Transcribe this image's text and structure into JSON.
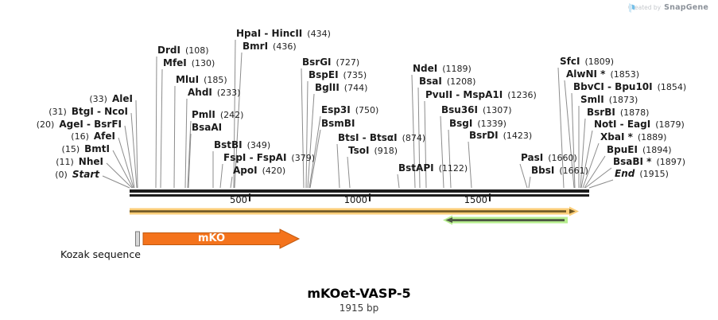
{
  "watermark": {
    "created_by": "Created by",
    "brand": "SnapGene"
  },
  "map": {
    "title": "mKOet-VASP-5",
    "length_label": "1915 bp",
    "ruler_ticks": [
      "500",
      "1000",
      "1500"
    ],
    "features": {
      "mko": {
        "label": "mKO",
        "fill": "#f4731c",
        "stroke": "#c05a10"
      },
      "kozak": {
        "label": "Kozak sequence",
        "fill": "#d8d8d8",
        "stroke": "#7a7a7a"
      },
      "orange_span": {
        "direction": "right",
        "outer": "#fbce79",
        "core": "#6e5724"
      },
      "green_span": {
        "direction": "left",
        "outer": "#b7ee8f",
        "core": "#4d5743"
      }
    },
    "sites": [
      {
        "name": "AleI",
        "pos": "(33)"
      },
      {
        "name": "BtgI - NcoI",
        "pos": "(31)"
      },
      {
        "name": "AgeI - BsrFI",
        "pos": "(20)"
      },
      {
        "name": "AfeI",
        "pos": "(16)"
      },
      {
        "name": "BmtI",
        "pos": "(15)"
      },
      {
        "name": "NheI",
        "pos": "(11)"
      },
      {
        "name": "Start",
        "pos": "(0)"
      },
      {
        "name": "DrdI",
        "pos": "(108)"
      },
      {
        "name": "MfeI",
        "pos": "(130)"
      },
      {
        "name": "MluI",
        "pos": "(185)"
      },
      {
        "name": "AhdI",
        "pos": "(233)"
      },
      {
        "name": "HpaI - HincII",
        "pos": "(434)"
      },
      {
        "name": "BmrI",
        "pos": "(436)"
      },
      {
        "name": "PmlI",
        "pos": "(242)"
      },
      {
        "name": "BsaAI",
        "pos": ""
      },
      {
        "name": "BstBI",
        "pos": "(349)"
      },
      {
        "name": "FspI - FspAI",
        "pos": "(379)"
      },
      {
        "name": "ApoI",
        "pos": "(420)"
      },
      {
        "name": "BsrGI",
        "pos": "(727)"
      },
      {
        "name": "BspEI",
        "pos": "(735)"
      },
      {
        "name": "BglII",
        "pos": "(744)"
      },
      {
        "name": "Esp3I",
        "pos": "(750)"
      },
      {
        "name": "BsmBI",
        "pos": ""
      },
      {
        "name": "BtsI - BtsαI",
        "pos": "(874)"
      },
      {
        "name": "TsoI",
        "pos": "(918)"
      },
      {
        "name": "BstAPI",
        "pos": "(1122)"
      },
      {
        "name": "NdeI",
        "pos": "(1189)"
      },
      {
        "name": "BsaI",
        "pos": "(1208)"
      },
      {
        "name": "PvuII - MspA1I",
        "pos": "(1236)"
      },
      {
        "name": "Bsu36I",
        "pos": "(1307)"
      },
      {
        "name": "BsgI",
        "pos": "(1339)"
      },
      {
        "name": "BsrDI",
        "pos": "(1423)"
      },
      {
        "name": "PasI",
        "pos": "(1660)"
      },
      {
        "name": "BbsI",
        "pos": "(1661)"
      },
      {
        "name": "SfcI",
        "pos": "(1809)"
      },
      {
        "name": "AlwNI *",
        "pos": "(1853)"
      },
      {
        "name": "BbvCI - Bpu10I",
        "pos": "(1854)"
      },
      {
        "name": "SmlI",
        "pos": "(1873)"
      },
      {
        "name": "BsrBI",
        "pos": "(1878)"
      },
      {
        "name": "NotI - EagI",
        "pos": "(1879)"
      },
      {
        "name": "XbaI *",
        "pos": "(1889)"
      },
      {
        "name": "BpuEI",
        "pos": "(1894)"
      },
      {
        "name": "BsaBI *",
        "pos": "(1897)"
      },
      {
        "name": "End",
        "pos": "(1915)"
      }
    ]
  }
}
